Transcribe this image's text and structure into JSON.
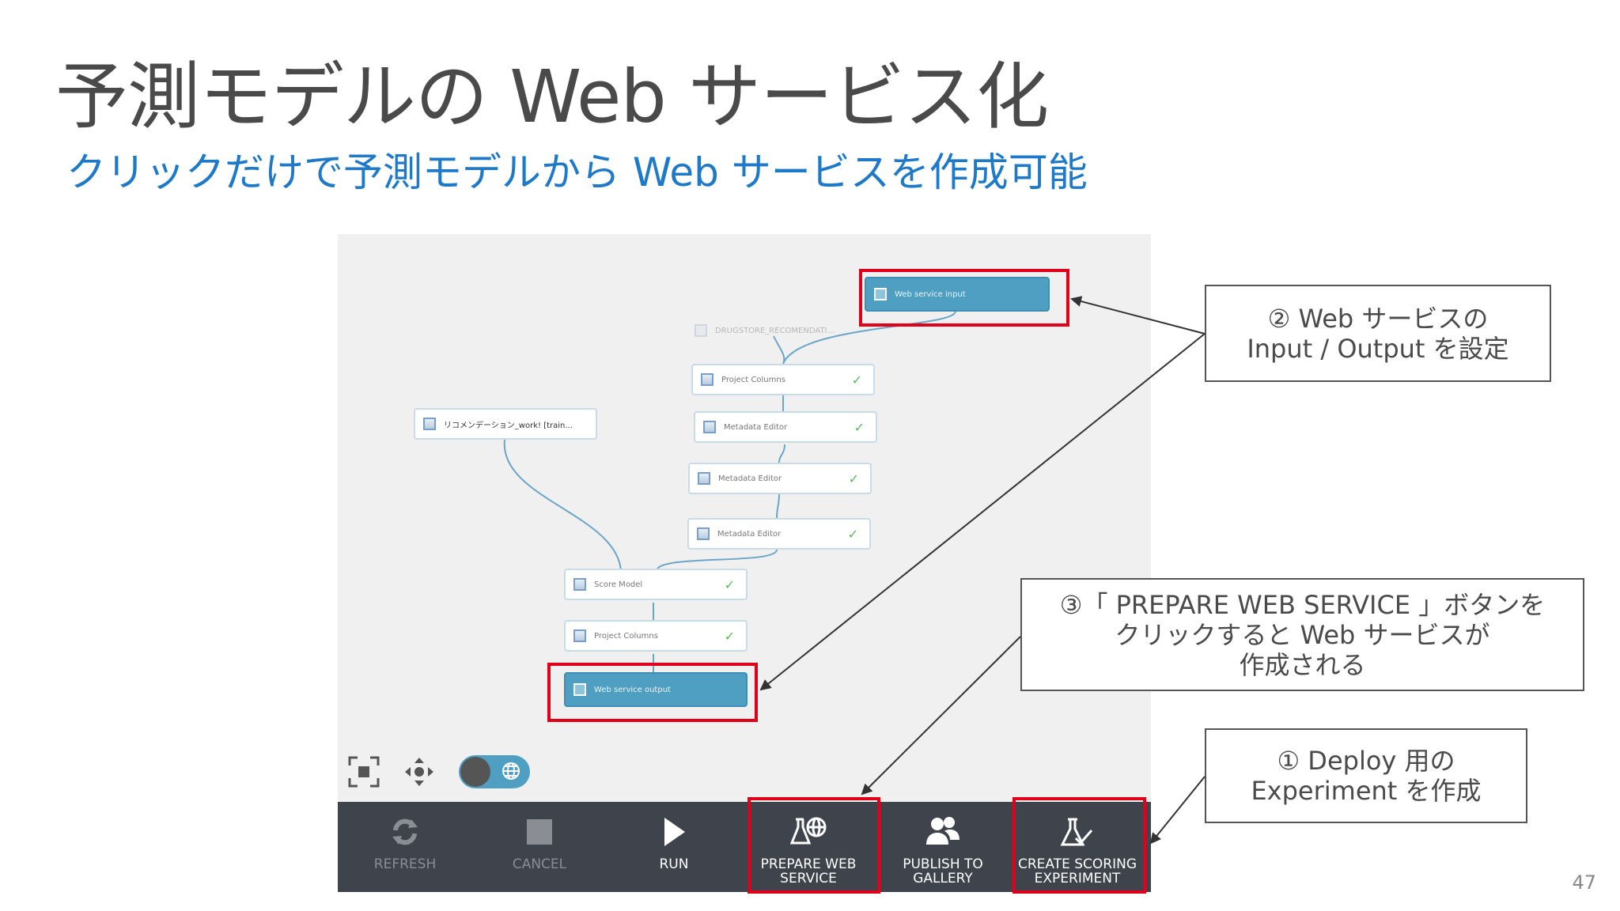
{
  "slide": {
    "title": "予測モデルの Web サービス化",
    "subtitle": "クリックだけで予測モデルから Web サービスを作成可能",
    "page_number": "47"
  },
  "modules": {
    "web_service_input": "Web service input",
    "dataset": "DRUGSTORE_RECOMENDATI...",
    "project_columns_1": "Project Columns",
    "metadata_editor_1": "Metadata Editor",
    "metadata_editor_2": "Metadata Editor",
    "metadata_editor_3": "Metadata Editor",
    "trained_model": "リコメンデーション_work! [train...",
    "score_model": "Score Model",
    "project_columns_2": "Project Columns",
    "web_service_output": "Web service output",
    "check": "✓"
  },
  "toolbar": {
    "refresh": "REFRESH",
    "cancel": "CANCEL",
    "run": "RUN",
    "prepare_line1": "PREPARE WEB",
    "prepare_line2": "SERVICE",
    "publish_line1": "PUBLISH TO",
    "publish_line2": "GALLERY",
    "scoring_line1": "CREATE SCORING",
    "scoring_line2": "EXPERIMENT"
  },
  "callouts": {
    "c2_line1": "② Web サービスの",
    "c2_line2": "Input / Output を設定",
    "c3_line1": "③「 PREPARE WEB SERVICE 」ボタンを",
    "c3_line2": "クリックすると Web サービスが",
    "c3_line3": "作成される",
    "c1_line1": "① Deploy 用の",
    "c1_line2": "Experiment を作成"
  },
  "colors": {
    "highlight": "#e0001a",
    "module_blue": "#4f9fc3",
    "toolbar_bg": "#3e434c",
    "subtitle": "#1e7ac8"
  }
}
